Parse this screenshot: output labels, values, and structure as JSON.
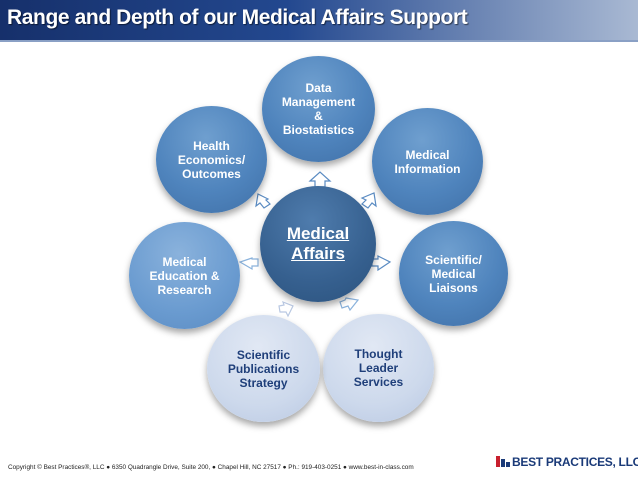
{
  "title": "Range and Depth of our Medical Affairs Support",
  "center": {
    "label": "Medical\nAffairs"
  },
  "nodes": [
    {
      "id": "data-management",
      "label": "Data\nManagement\n&\nBiostatistics"
    },
    {
      "id": "medical-information",
      "label": "Medical\nInformation"
    },
    {
      "id": "scientific-medical-liaisons",
      "label": "Scientific/\nMedical\nLiaisons"
    },
    {
      "id": "thought-leader-services",
      "label": "Thought\nLeader\nServices"
    },
    {
      "id": "scientific-publications-strategy",
      "label": "Scientific\nPublications\nStrategy"
    },
    {
      "id": "medical-education-research",
      "label": "Medical\nEducation &\nResearch"
    },
    {
      "id": "health-economics-outcomes",
      "label": "Health\nEconomics/\nOutcomes"
    }
  ],
  "footer": {
    "copyright": "Copyright © Best Practices®, LLC  ● 6350 Quadrangle Drive, Suite 200, ● Chapel Hill, NC 27517  ● Ph.: 919-403-0251 ● www.best-in-class.com",
    "logo": "BEST PRACTICES, LLC"
  },
  "colors": {
    "title_bar": "#23488f",
    "center": "#36608f",
    "dark_node": "#4f84bd",
    "light_node": "#cdd9ec",
    "light_text": "#1f3f7a",
    "logo_red": "#c8202e",
    "logo_blue": "#1a3a78"
  }
}
